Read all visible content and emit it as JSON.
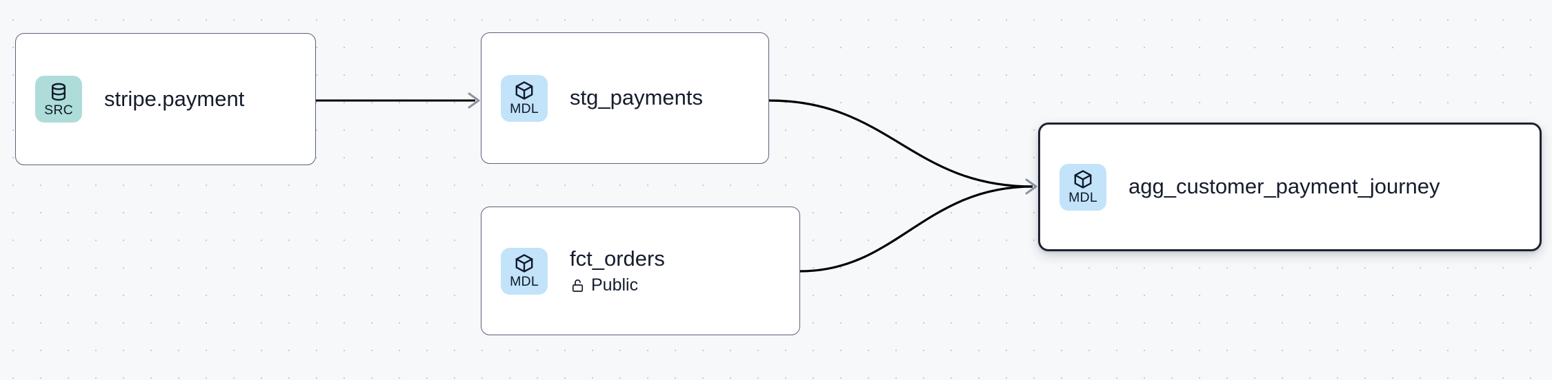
{
  "canvas": {
    "background_color": "#f7f8fa",
    "dot_color": "#c9ccd4",
    "edge_color": "#000000",
    "arrowhead_color": "#8d93a3"
  },
  "nodes": [
    {
      "id": "stripe-payment",
      "title": "stripe.payment",
      "badge_label": "SRC",
      "badge_icon": "database-icon",
      "badge_color": "#aeddd9",
      "selected": false,
      "subtitle": null
    },
    {
      "id": "stg-payments",
      "title": "stg_payments",
      "badge_label": "MDL",
      "badge_icon": "cube-icon",
      "badge_color": "#c2e3f9",
      "selected": false,
      "subtitle": null
    },
    {
      "id": "fct-orders",
      "title": "fct_orders",
      "badge_label": "MDL",
      "badge_icon": "cube-icon",
      "badge_color": "#c2e3f9",
      "selected": false,
      "subtitle": "Public",
      "subtitle_icon": "unlock-icon"
    },
    {
      "id": "agg-customer",
      "title": "agg_customer_payment_journey",
      "badge_label": "MDL",
      "badge_icon": "cube-icon",
      "badge_color": "#c2e3f9",
      "selected": true,
      "subtitle": null
    }
  ],
  "edges": [
    {
      "id": "edge-stripe-to-stg",
      "from": "stripe-payment",
      "to": "stg-payments",
      "shape": "straight"
    },
    {
      "id": "edge-stg-to-agg",
      "from": "stg-payments",
      "to": "agg-customer",
      "shape": "bezier"
    },
    {
      "id": "edge-fct-to-agg",
      "from": "fct-orders",
      "to": "agg-customer",
      "shape": "bezier"
    }
  ]
}
